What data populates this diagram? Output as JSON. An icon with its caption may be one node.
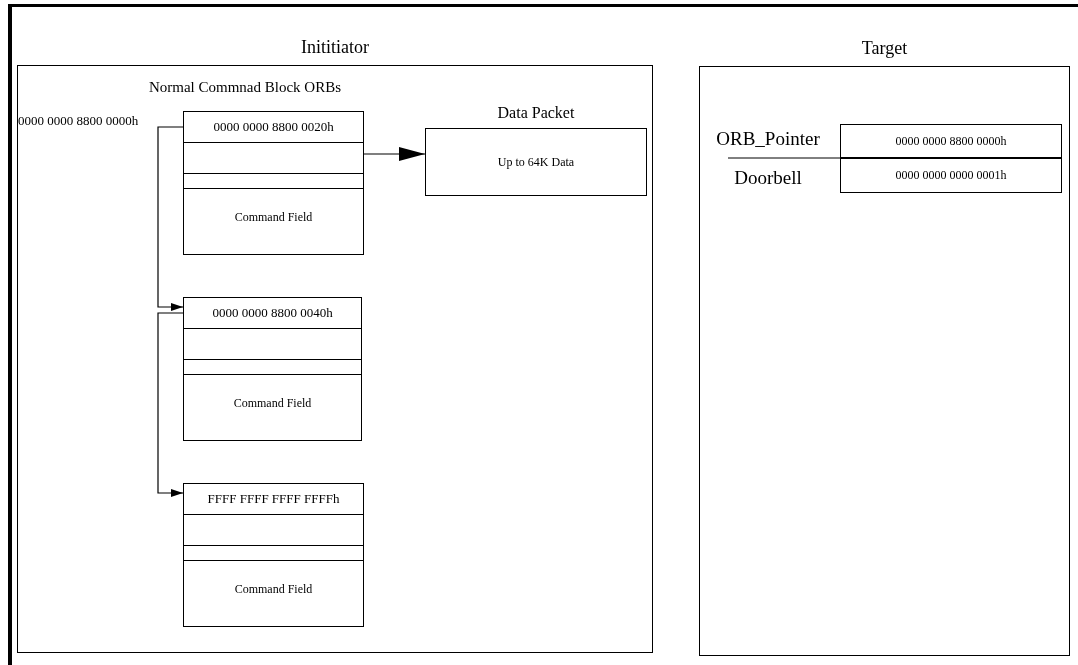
{
  "diagram": {
    "nodes": [
      {
        "text": [
          "Inititiator"
        ]
      },
      {
        "text": [
          "0000 0000 8800 0020h",
          "Command Field"
        ],
        "in": 0
      },
      {
        "text": [
          "0000 0000 8800 0040h",
          "Command Field"
        ],
        "in": 0
      },
      {
        "text": [
          "FFFF FFFF FFFF FFFFh",
          "Command Field"
        ],
        "in": 0
      },
      {
        "text": [
          "Data Packet",
          "Up to 64K Data"
        ],
        "in": 0
      },
      {
        "text": [
          "Target"
        ]
      },
      {
        "text": [
          "0000 0000 8800 0000h"
        ],
        "in": 5,
        "beside": [
          "ORB_Pointer"
        ]
      },
      {
        "text": [
          "0000 0000 0000 0001h"
        ],
        "in": 5,
        "beside": [
          "Doorbell"
        ]
      }
    ],
    "edges": [
      {
        "from": 1,
        "to": 2,
        "arrow": "to"
      },
      {
        "from": 2,
        "to": 3,
        "arrow": "to"
      },
      {
        "from": 1,
        "to": 4,
        "arrow": "to"
      }
    ],
    "labels": [
      "Normal Commnad Block ORBs",
      "0000 0000 8800 0000h"
    ]
  }
}
